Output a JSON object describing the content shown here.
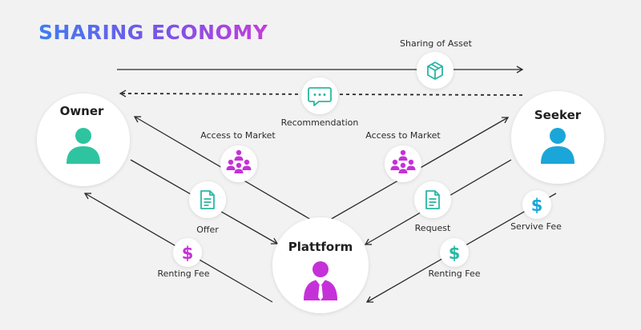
{
  "title": "SHARING ECONOMY",
  "nodes": {
    "owner": "Owner",
    "seeker": "Seeker",
    "platform": "Plattform"
  },
  "labels": {
    "sharing_of_asset": "Sharing of Asset",
    "recommendation": "Recommendation",
    "access_left": "Access to Market",
    "access_right": "Access to Market",
    "offer": "Offer",
    "request": "Request",
    "renting_fee_left": "Renting Fee",
    "renting_fee_right": "Renting Fee",
    "servive_fee": "Servive Fee"
  },
  "icons": {
    "box": "box-icon",
    "chat": "chat-icon",
    "people": "people-icon",
    "document": "document-icon",
    "dollar": "dollar-icon",
    "person": "person-icon"
  },
  "colors": {
    "owner": "#2ec4a0",
    "seeker": "#1aa6d8",
    "platform": "#c531d8",
    "teal": "#2ab7a3",
    "magenta": "#c531d8",
    "line": "#2b2b2b"
  }
}
